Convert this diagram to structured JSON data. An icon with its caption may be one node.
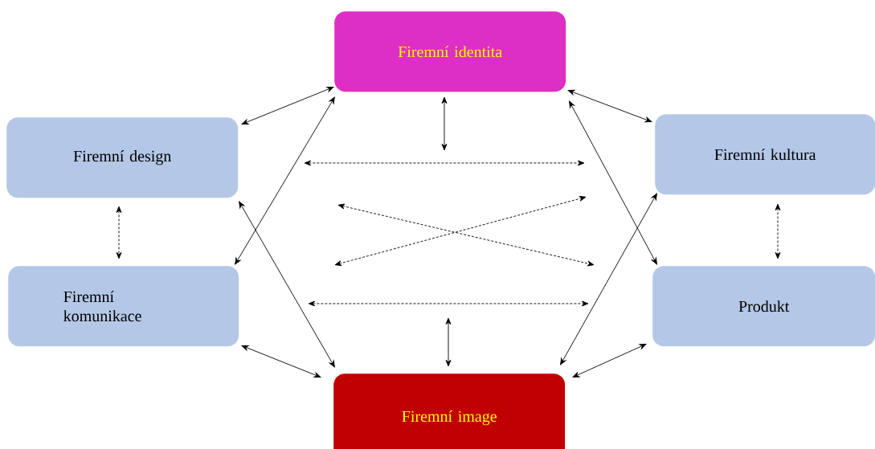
{
  "diagram": {
    "nodes": [
      {
        "text": [
          "Firemní identita"
        ]
      },
      {
        "text": [
          "Firemní design"
        ]
      },
      {
        "text": [
          "Firemní kultura"
        ]
      },
      {
        "text": [
          "Firemní komunikace"
        ]
      },
      {
        "text": [
          "Produkt"
        ]
      },
      {
        "text": [
          "Firemní image"
        ]
      }
    ],
    "edges": [
      {
        "from": 1,
        "to": 0,
        "arrow": "both"
      },
      {
        "from": 0,
        "to": 2,
        "arrow": "both"
      },
      {
        "from": 3,
        "to": 0,
        "arrow": "both"
      },
      {
        "from": 0,
        "to": 4,
        "arrow": "both"
      },
      {
        "from": 1,
        "to": 5,
        "arrow": "both"
      },
      {
        "from": 2,
        "to": 5,
        "arrow": "both"
      },
      {
        "from": 3,
        "to": 5,
        "arrow": "both"
      },
      {
        "from": 4,
        "to": 5,
        "arrow": "both"
      },
      {
        "from": 1,
        "to": 3,
        "arrow": "both",
        "style": "dashed"
      },
      {
        "from": 2,
        "to": 4,
        "arrow": "both",
        "style": "dashed"
      },
      {
        "from": null,
        "to": 0,
        "arrow": "both"
      },
      {
        "from": null,
        "to": 5,
        "arrow": "both"
      }
    ]
  }
}
